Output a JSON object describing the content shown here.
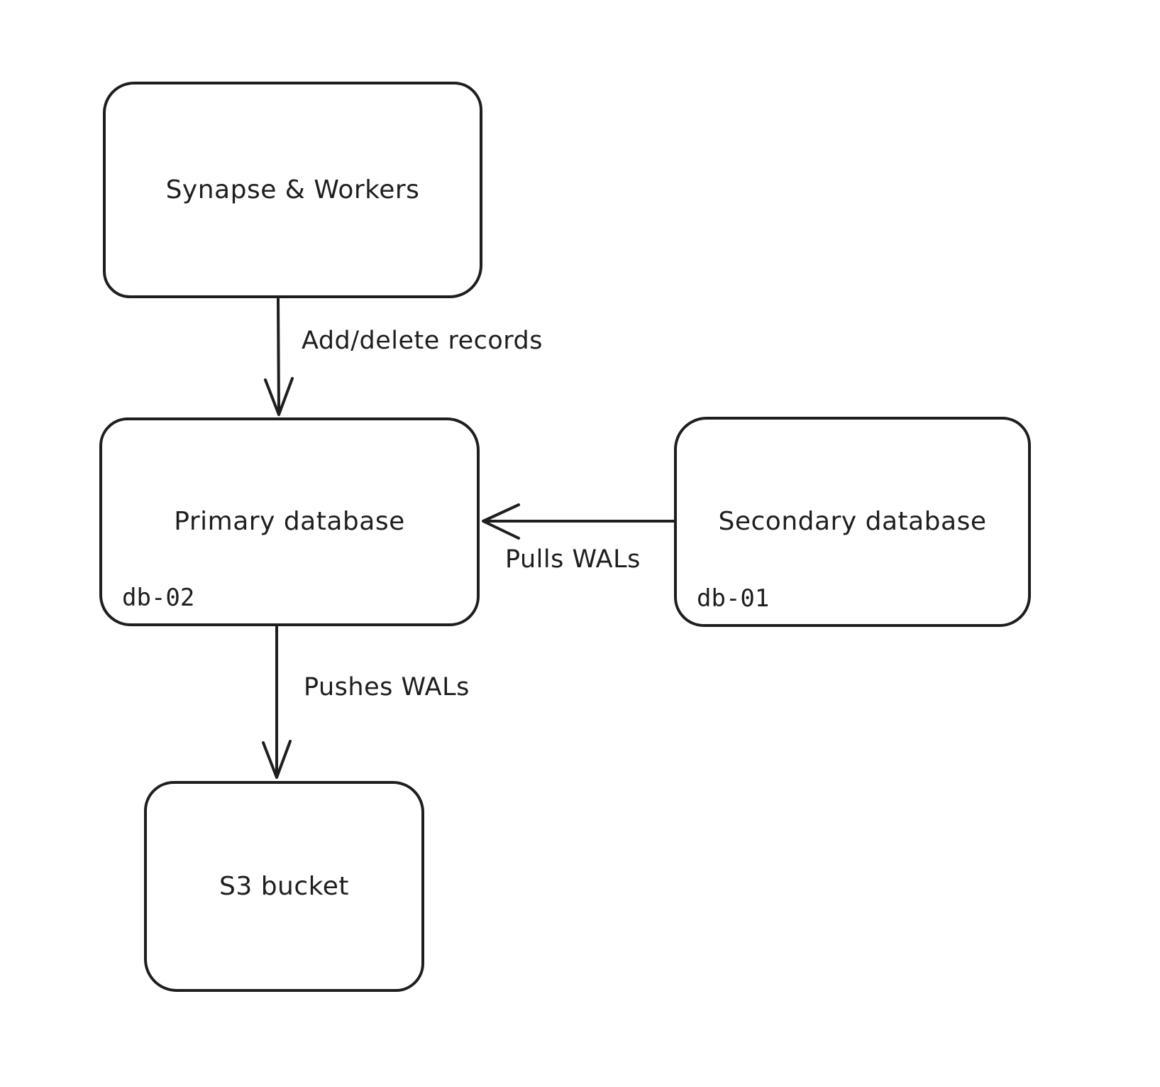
{
  "canvas": {
    "background": "#ffffff",
    "stroke_color": "#1e1e1e"
  },
  "diagram": {
    "nodes": [
      {
        "label": "Synapse & Workers"
      },
      {
        "label": "Primary database",
        "sublabel": "db-02"
      },
      {
        "label": "Secondary database",
        "sublabel": "db-01"
      },
      {
        "label": "S3 bucket"
      }
    ],
    "edges": [
      {
        "from": "Synapse & Workers",
        "to": "Primary database",
        "label": "Add/delete records",
        "direction": "down"
      },
      {
        "from": "Secondary database",
        "to": "Primary database",
        "label": "Pulls WALs",
        "direction": "left"
      },
      {
        "from": "Primary database",
        "to": "S3 bucket",
        "label": "Pushes WALs",
        "direction": "down"
      }
    ]
  }
}
